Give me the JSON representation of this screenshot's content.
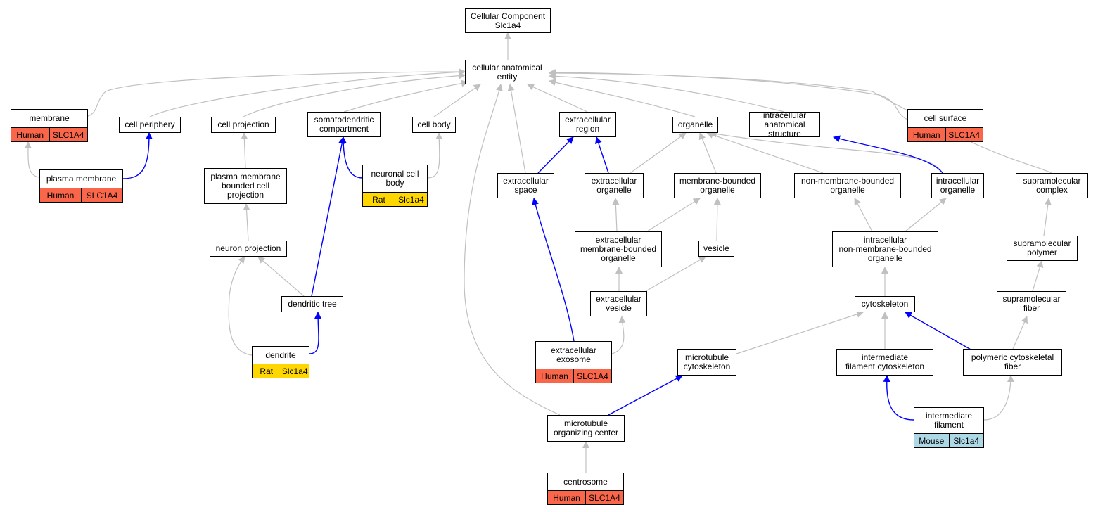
{
  "colors": {
    "grey_edge": "#c0c0c0",
    "blue_edge": "#0000ff",
    "human": "#f9664a",
    "rat": "#ffd700",
    "mouse": "#add8e6"
  },
  "nodes": [
    {
      "id": "root",
      "label": "Cellular Component\nSlc1a4"
    },
    {
      "id": "cae",
      "label": "cellular anatomical\nentity"
    },
    {
      "id": "membrane",
      "label": "membrane",
      "species": "Human",
      "gene": "SLC1A4",
      "color": "human"
    },
    {
      "id": "cell_periphery",
      "label": "cell periphery"
    },
    {
      "id": "cell_projection",
      "label": "cell projection"
    },
    {
      "id": "somatodendritic",
      "label": "somatodendritic\ncompartment"
    },
    {
      "id": "cell_body",
      "label": "cell body"
    },
    {
      "id": "extracellular_region",
      "label": "extracellular\nregion"
    },
    {
      "id": "organelle",
      "label": "organelle"
    },
    {
      "id": "intracellular_as",
      "label": "intracellular\nanatomical structure"
    },
    {
      "id": "cell_surface",
      "label": "cell surface",
      "species": "Human",
      "gene": "SLC1A4",
      "color": "human"
    },
    {
      "id": "plasma_membrane",
      "label": "plasma membrane",
      "species": "Human",
      "gene": "SLC1A4",
      "color": "human"
    },
    {
      "id": "pmbcp",
      "label": "plasma membrane\nbounded cell\nprojection"
    },
    {
      "id": "neuronal_cell_body",
      "label": "neuronal cell\nbody",
      "species": "Rat",
      "gene": "Slc1a4",
      "color": "rat"
    },
    {
      "id": "extracellular_space",
      "label": "extracellular\nspace"
    },
    {
      "id": "extracellular_organelle",
      "label": "extracellular\norganelle"
    },
    {
      "id": "mbo",
      "label": "membrane-bounded\norganelle"
    },
    {
      "id": "nmbo",
      "label": "non-membrane-bounded\norganelle"
    },
    {
      "id": "intracellular_organelle",
      "label": "intracellular\norganelle"
    },
    {
      "id": "supramolecular_complex",
      "label": "supramolecular\ncomplex"
    },
    {
      "id": "neuron_projection",
      "label": "neuron projection"
    },
    {
      "id": "embo",
      "label": "extracellular\nmembrane-bounded\norganelle"
    },
    {
      "id": "vesicle",
      "label": "vesicle"
    },
    {
      "id": "inmbo",
      "label": "intracellular\nnon-membrane-bounded\norganelle"
    },
    {
      "id": "supramolecular_polymer",
      "label": "supramolecular\npolymer"
    },
    {
      "id": "dendritic_tree",
      "label": "dendritic tree"
    },
    {
      "id": "extracellular_vesicle",
      "label": "extracellular\nvesicle"
    },
    {
      "id": "cytoskeleton",
      "label": "cytoskeleton"
    },
    {
      "id": "supramolecular_fiber",
      "label": "supramolecular\nfiber"
    },
    {
      "id": "dendrite",
      "label": "dendrite",
      "species": "Rat",
      "gene": "Slc1a4",
      "color": "rat"
    },
    {
      "id": "extracellular_exosome",
      "label": "extracellular\nexosome",
      "species": "Human",
      "gene": "SLC1A4",
      "color": "human"
    },
    {
      "id": "microtubule_cytoskeleton",
      "label": "microtubule\ncytoskeleton"
    },
    {
      "id": "ifc",
      "label": "intermediate\nfilament cytoskeleton"
    },
    {
      "id": "pcf",
      "label": "polymeric cytoskeletal\nfiber"
    },
    {
      "id": "intermediate_filament",
      "label": "intermediate\nfilament",
      "species": "Mouse",
      "gene": "Slc1a4",
      "color": "mouse"
    },
    {
      "id": "moc",
      "label": "microtubule\norganizing center"
    },
    {
      "id": "centrosome",
      "label": "centrosome",
      "species": "Human",
      "gene": "SLC1A4",
      "color": "human"
    }
  ]
}
